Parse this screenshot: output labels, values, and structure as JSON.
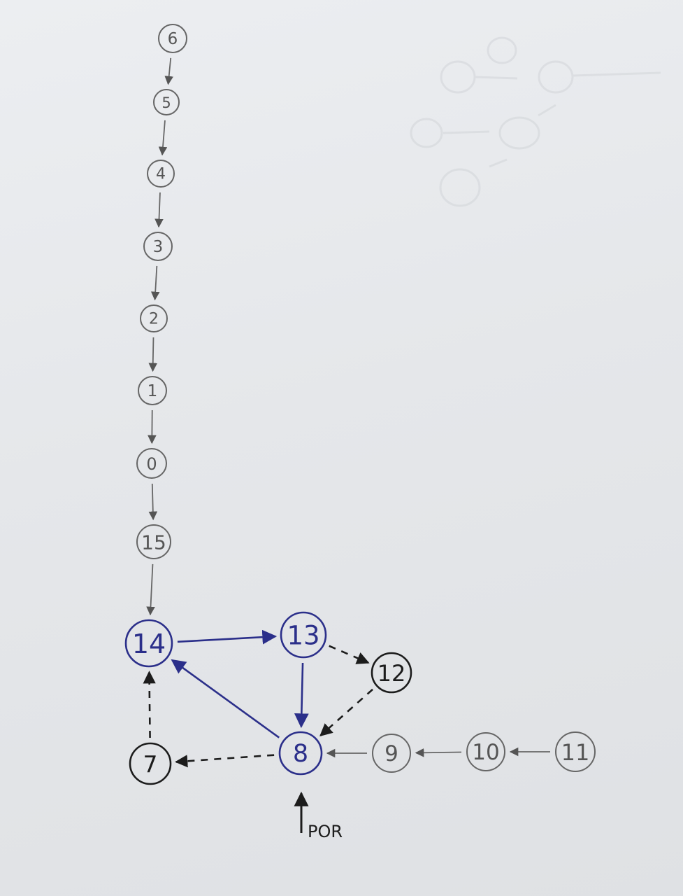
{
  "diagram": {
    "nodes": [
      {
        "id": "n6",
        "label": "6"
      },
      {
        "id": "n5",
        "label": "5"
      },
      {
        "id": "n4",
        "label": "4"
      },
      {
        "id": "n3",
        "label": "3"
      },
      {
        "id": "n2",
        "label": "2"
      },
      {
        "id": "n1",
        "label": "1"
      },
      {
        "id": "n0",
        "label": "0"
      },
      {
        "id": "n15",
        "label": "15"
      },
      {
        "id": "n14",
        "label": "14"
      },
      {
        "id": "n13",
        "label": "13"
      },
      {
        "id": "n12",
        "label": "12"
      },
      {
        "id": "n8",
        "label": "8"
      },
      {
        "id": "n7",
        "label": "7"
      },
      {
        "id": "n9",
        "label": "9"
      },
      {
        "id": "n10",
        "label": "10"
      },
      {
        "id": "n11",
        "label": "11"
      }
    ],
    "edges": [
      {
        "from": "n6",
        "to": "n5",
        "style": "pencil"
      },
      {
        "from": "n5",
        "to": "n4",
        "style": "pencil"
      },
      {
        "from": "n4",
        "to": "n3",
        "style": "pencil"
      },
      {
        "from": "n3",
        "to": "n2",
        "style": "pencil"
      },
      {
        "from": "n2",
        "to": "n1",
        "style": "pencil"
      },
      {
        "from": "n1",
        "to": "n0",
        "style": "pencil"
      },
      {
        "from": "n0",
        "to": "n15",
        "style": "pencil"
      },
      {
        "from": "n15",
        "to": "n14",
        "style": "pencil"
      },
      {
        "from": "n14",
        "to": "n13",
        "style": "blue"
      },
      {
        "from": "n13",
        "to": "n8",
        "style": "blue"
      },
      {
        "from": "n8",
        "to": "n14",
        "style": "blue"
      },
      {
        "from": "n13",
        "to": "n12",
        "style": "dashed"
      },
      {
        "from": "n12",
        "to": "n8",
        "style": "dashed"
      },
      {
        "from": "n8",
        "to": "n7",
        "style": "dashed"
      },
      {
        "from": "n7",
        "to": "n14",
        "style": "dashed"
      },
      {
        "from": "n9",
        "to": "n8",
        "style": "pencil"
      },
      {
        "from": "n10",
        "to": "n9",
        "style": "pencil"
      },
      {
        "from": "n11",
        "to": "n10",
        "style": "pencil"
      }
    ],
    "entry": {
      "label": "POR",
      "to": "n8"
    }
  },
  "colors": {
    "paper": "#e8eaed",
    "pencil": "#5a5a5a",
    "blue_ink": "#2b2f8a",
    "black_ink": "#1c1c1c",
    "faint": "#d3d6da"
  }
}
